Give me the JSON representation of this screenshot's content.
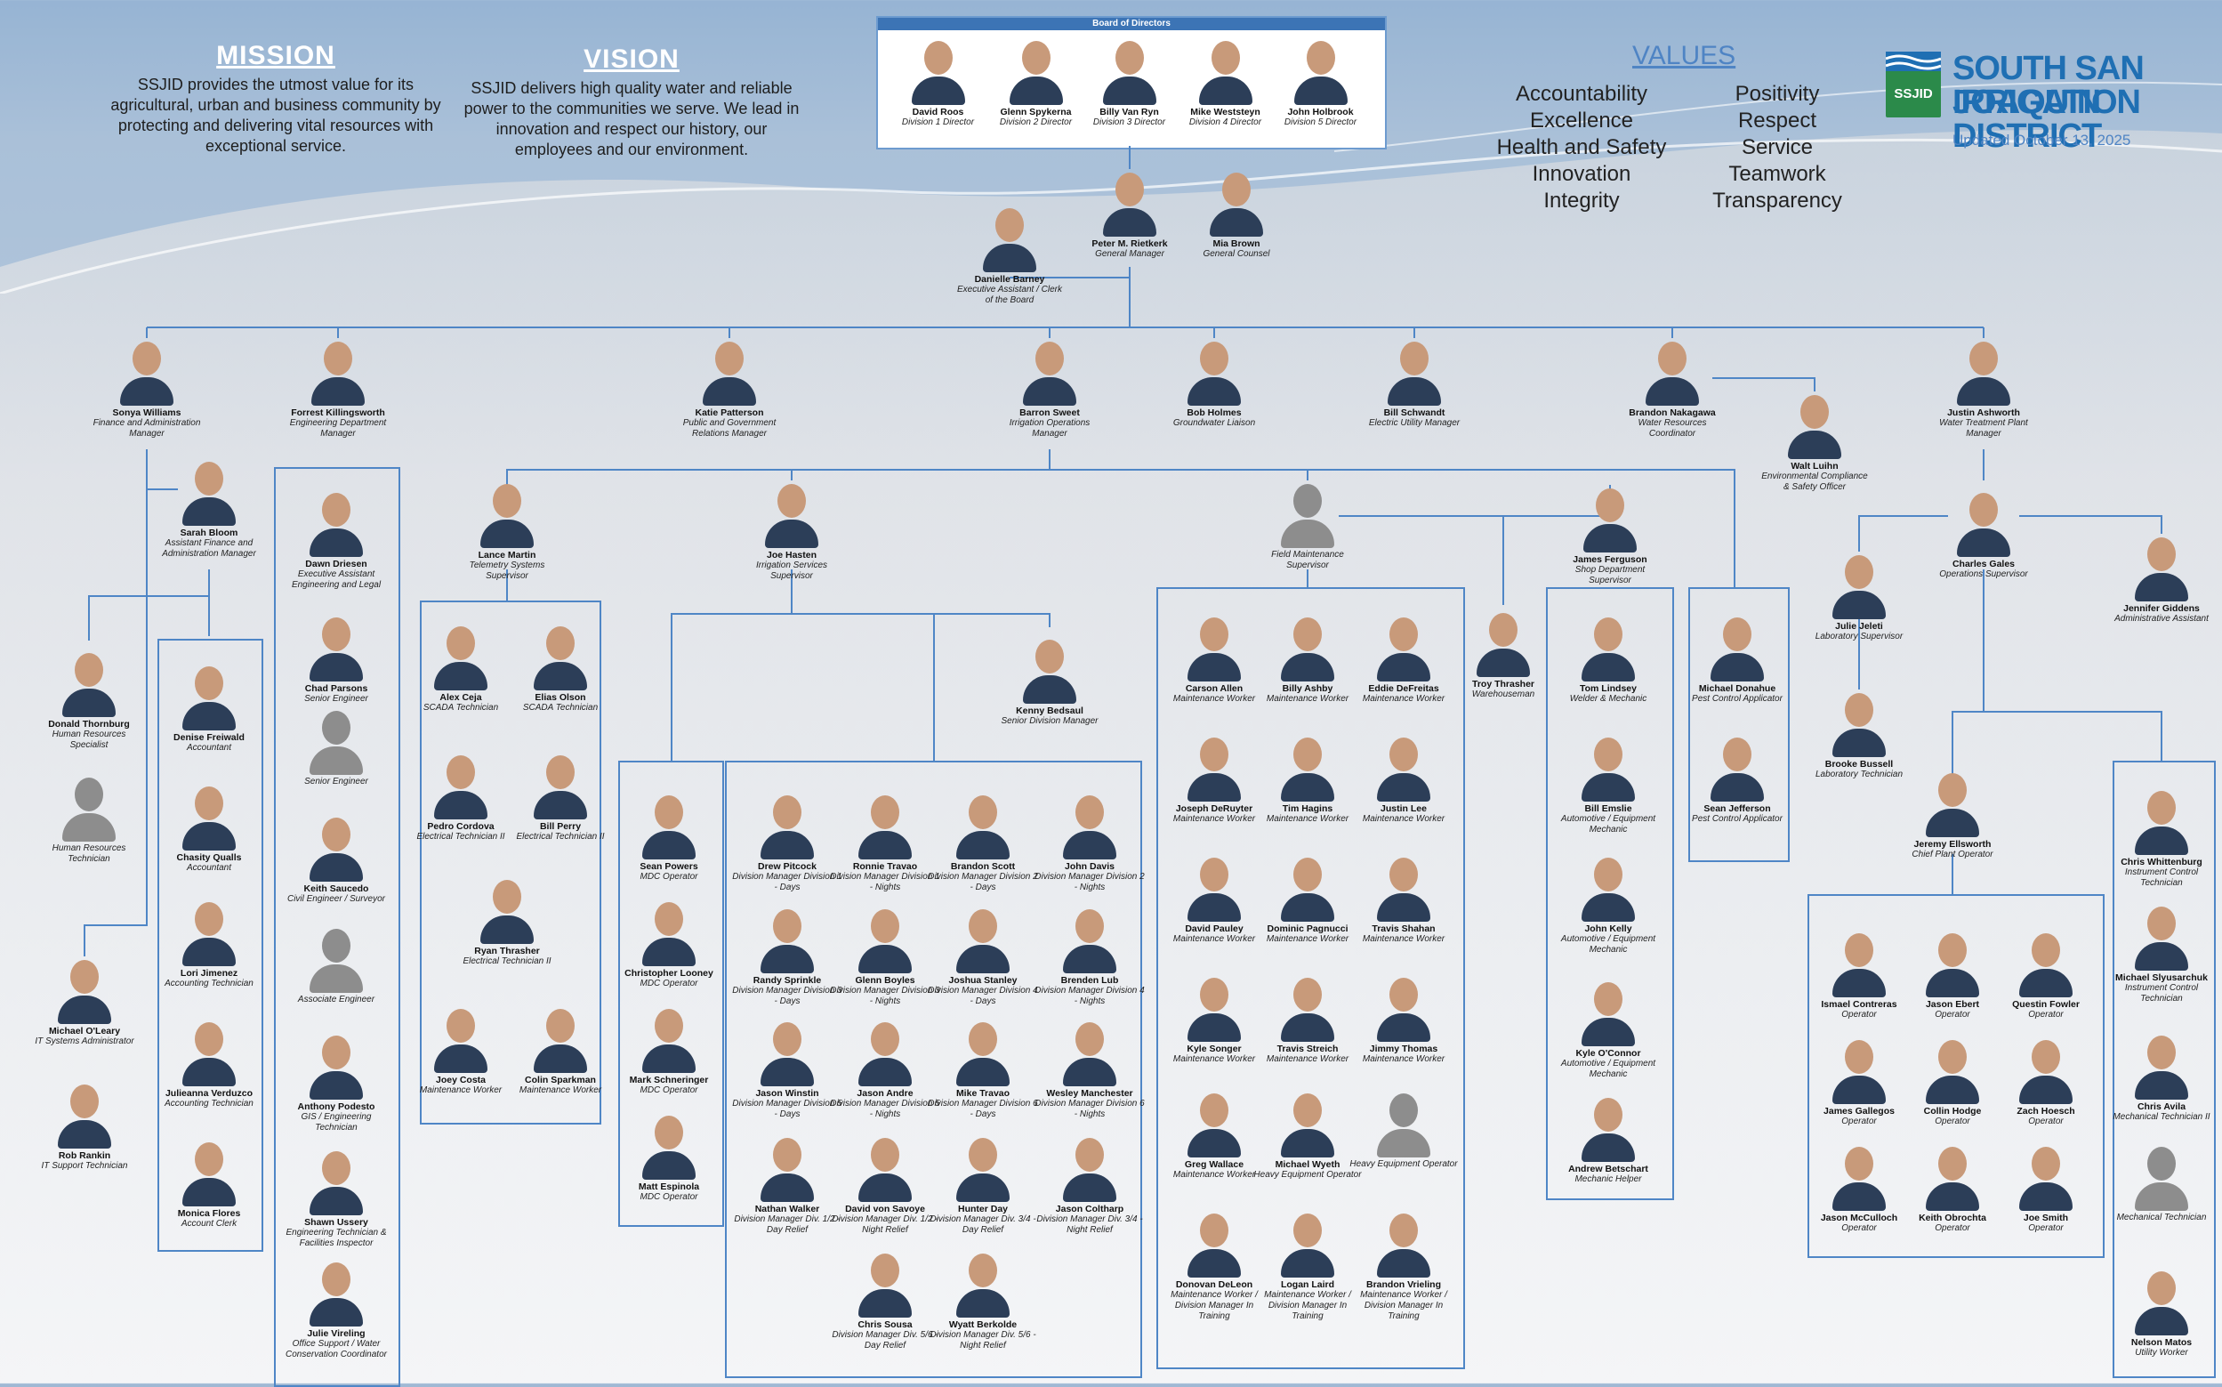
{
  "mission": {
    "title": "MISSION",
    "text": "SSJID provides the utmost value for its agricultural, urban and business community by protecting and delivering vital resources with exceptional service."
  },
  "vision": {
    "title": "VISION",
    "text": "SSJID delivers high quality water and reliable power to the communities we serve. We lead in innovation and respect our history, our employees and our environment."
  },
  "values": {
    "title": "VALUES",
    "left": [
      "Accountability",
      "Excellence",
      "Health and Safety",
      "Innovation",
      "Integrity"
    ],
    "right": [
      "Positivity",
      "Respect",
      "Service",
      "Teamwork",
      "Transparency"
    ]
  },
  "logo": {
    "badge": "SSJID",
    "line1": "SOUTH SAN JOAQUIN",
    "line2": "IRRIGATION DISTRICT",
    "updated": "Updated October 13, 2025"
  },
  "board": {
    "title": "Board of Directors",
    "members": [
      {
        "name": "David Roos",
        "title": "Division 1 Director"
      },
      {
        "name": "Glenn Spykerna",
        "title": "Division 2 Director"
      },
      {
        "name": "Billy Van Ryn",
        "title": "Division 3 Director"
      },
      {
        "name": "Mike Weststeyn",
        "title": "Division 4 Director"
      },
      {
        "name": "John Holbrook",
        "title": "Division 5 Director"
      }
    ]
  },
  "people": [
    {
      "name": "Peter M. Rietkerk",
      "title": "General Manager"
    },
    {
      "name": "Mia Brown",
      "title": "General Counsel"
    },
    {
      "name": "Danielle Barney",
      "title": "Executive Assistant / Clerk of the Board"
    },
    {
      "name": "Sonya Williams",
      "title": "Finance and Administration Manager"
    },
    {
      "name": "Forrest Killingsworth",
      "title": "Engineering Department Manager"
    },
    {
      "name": "Katie Patterson",
      "title": "Public and Government Relations Manager"
    },
    {
      "name": "Barron Sweet",
      "title": "Irrigation Operations Manager"
    },
    {
      "name": "Bob Holmes",
      "title": "Groundwater Liaison"
    },
    {
      "name": "Bill Schwandt",
      "title": "Electric Utility Manager"
    },
    {
      "name": "Brandon Nakagawa",
      "title": "Water Resources Coordinator"
    },
    {
      "name": "Justin Ashworth",
      "title": "Water Treatment Plant Manager"
    },
    {
      "name": "Walt Luihn",
      "title": "Environmental Compliance & Safety Officer"
    },
    {
      "name": "Sarah Bloom",
      "title": "Assistant Finance and Administration Manager"
    },
    {
      "name": "Donald Thornburg",
      "title": "Human Resources Specialist"
    },
    {
      "name": "",
      "title": "Human Resources Technician",
      "ph": true
    },
    {
      "name": "Michael O'Leary",
      "title": "IT Systems Administrator"
    },
    {
      "name": "Rob Rankin",
      "title": "IT Support Technician"
    },
    {
      "name": "Denise Freiwald",
      "title": "Accountant"
    },
    {
      "name": "Chasity Qualls",
      "title": "Accountant"
    },
    {
      "name": "Lori Jimenez",
      "title": "Accounting Technician"
    },
    {
      "name": "Julieanna Verduzco",
      "title": "Accounting Technician"
    },
    {
      "name": "Monica Flores",
      "title": "Account Clerk"
    },
    {
      "name": "Dawn Driesen",
      "title": "Executive Assistant Engineering and Legal"
    },
    {
      "name": "Chad Parsons",
      "title": "Senior Engineer"
    },
    {
      "name": "",
      "title": "Senior Engineer",
      "ph": true
    },
    {
      "name": "Keith Saucedo",
      "title": "Civil Engineer / Surveyor"
    },
    {
      "name": "",
      "title": "Associate Engineer",
      "ph": true
    },
    {
      "name": "Anthony Podesto",
      "title": "GIS / Engineering Technician"
    },
    {
      "name": "Shawn Ussery",
      "title": "Engineering Technician & Facilities Inspector"
    },
    {
      "name": "Julie Vireling",
      "title": "Office Support / Water Conservation Coordinator"
    },
    {
      "name": "Lance Martin",
      "title": "Telemetry Systems Supervisor"
    },
    {
      "name": "Alex Ceja",
      "title": "SCADA Technician"
    },
    {
      "name": "Elias Olson",
      "title": "SCADA Technician"
    },
    {
      "name": "Pedro Cordova",
      "title": "Electrical Technician II"
    },
    {
      "name": "Bill Perry",
      "title": "Electrical Technician II"
    },
    {
      "name": "Ryan Thrasher",
      "title": "Electrical Technician II"
    },
    {
      "name": "Joey Costa",
      "title": "Maintenance Worker"
    },
    {
      "name": "Colin Sparkman",
      "title": "Maintenance Worker"
    },
    {
      "name": "Joe Hasten",
      "title": "Irrigation Services Supervisor"
    },
    {
      "name": "Kenny Bedsaul",
      "title": "Senior Division Manager"
    },
    {
      "name": "Sean Powers",
      "title": "MDC Operator"
    },
    {
      "name": "Christopher Looney",
      "title": "MDC Operator"
    },
    {
      "name": "Mark Schneringer",
      "title": "MDC Operator"
    },
    {
      "name": "Matt Espinola",
      "title": "MDC Operator"
    },
    {
      "name": "Drew Pitcock",
      "title": "Division Manager Division 1 - Days"
    },
    {
      "name": "Ronnie Travao",
      "title": "Division Manager Division 1 - Nights"
    },
    {
      "name": "Brandon Scott",
      "title": "Division Manager Division 2 - Days"
    },
    {
      "name": "John Davis",
      "title": "Division Manager Division 2 - Nights"
    },
    {
      "name": "Randy Sprinkle",
      "title": "Division Manager Division 3 - Days"
    },
    {
      "name": "Glenn Boyles",
      "title": "Division Manager Division 3 - Nights"
    },
    {
      "name": "Joshua Stanley",
      "title": "Division Manager Division 4 - Days"
    },
    {
      "name": "Brenden Lub",
      "title": "Division Manager Division 4 - Nights"
    },
    {
      "name": "Jason Winstin",
      "title": "Division Manager Division 5 - Days"
    },
    {
      "name": "Jason Andre",
      "title": "Division Manager Division 5 - Nights"
    },
    {
      "name": "Mike Travao",
      "title": "Division Manager Division 6 - Days"
    },
    {
      "name": "Wesley Manchester",
      "title": "Division Manager Division 6 - Nights"
    },
    {
      "name": "Nathan Walker",
      "title": "Division Manager Div. 1/2 - Day Relief"
    },
    {
      "name": "David von Savoye",
      "title": "Division Manager Div. 1/2 - Night Relief"
    },
    {
      "name": "Hunter Day",
      "title": "Division Manager Div. 3/4 - Day Relief"
    },
    {
      "name": "Jason Coltharp",
      "title": "Division Manager Div. 3/4 - Night Relief"
    },
    {
      "name": "Chris Sousa",
      "title": "Division Manager Div. 5/6 - Day Relief"
    },
    {
      "name": "Wyatt Berkolde",
      "title": "Division Manager Div. 5/6 - Night Relief"
    },
    {
      "name": "",
      "title": "Field Maintenance Supervisor",
      "ph": true
    },
    {
      "name": "Carson Allen",
      "title": "Maintenance Worker"
    },
    {
      "name": "Billy Ashby",
      "title": "Maintenance Worker"
    },
    {
      "name": "Eddie DeFreitas",
      "title": "Maintenance Worker"
    },
    {
      "name": "Joseph DeRuyter",
      "title": "Maintenance Worker"
    },
    {
      "name": "Tim Hagins",
      "title": "Maintenance Worker"
    },
    {
      "name": "Justin Lee",
      "title": "Maintenance Worker"
    },
    {
      "name": "David Pauley",
      "title": "Maintenance Worker"
    },
    {
      "name": "Dominic Pagnucci",
      "title": "Maintenance Worker"
    },
    {
      "name": "Travis Shahan",
      "title": "Maintenance Worker"
    },
    {
      "name": "Kyle Songer",
      "title": "Maintenance Worker"
    },
    {
      "name": "Travis Streich",
      "title": "Maintenance Worker"
    },
    {
      "name": "Jimmy Thomas",
      "title": "Maintenance Worker"
    },
    {
      "name": "Greg Wallace",
      "title": "Maintenance Worker"
    },
    {
      "name": "Michael Wyeth",
      "title": "Heavy Equipment Operator"
    },
    {
      "name": "",
      "title": "Heavy Equipment Operator",
      "ph": true
    },
    {
      "name": "Donovan DeLeon",
      "title": "Maintenance Worker / Division Manager In Training"
    },
    {
      "name": "Logan Laird",
      "title": "Maintenance Worker / Division Manager In Training"
    },
    {
      "name": "Brandon Vrieling",
      "title": "Maintenance Worker / Division Manager In Training"
    },
    {
      "name": "Troy Thrasher",
      "title": "Warehouseman"
    },
    {
      "name": "James Ferguson",
      "title": "Shop Department Supervisor"
    },
    {
      "name": "Tom Lindsey",
      "title": "Welder & Mechanic"
    },
    {
      "name": "Bill Emslie",
      "title": "Automotive / Equipment Mechanic"
    },
    {
      "name": "John Kelly",
      "title": "Automotive / Equipment Mechanic"
    },
    {
      "name": "Kyle O'Connor",
      "title": "Automotive / Equipment Mechanic"
    },
    {
      "name": "Andrew Betschart",
      "title": "Mechanic Helper"
    },
    {
      "name": "Michael Donahue",
      "title": "Pest Control Applicator"
    },
    {
      "name": "Sean Jefferson",
      "title": "Pest Control Applicator"
    },
    {
      "name": "Charles Gales",
      "title": "Operations Supervisor"
    },
    {
      "name": "Jennifer Giddens",
      "title": "Administrative Assistant"
    },
    {
      "name": "Julie Jeleti",
      "title": "Laboratory Supervisor"
    },
    {
      "name": "Brooke Bussell",
      "title": "Laboratory Technician"
    },
    {
      "name": "Jeremy Ellsworth",
      "title": "Chief Plant Operator"
    },
    {
      "name": "Ismael Contreras",
      "title": "Operator"
    },
    {
      "name": "Jason Ebert",
      "title": "Operator"
    },
    {
      "name": "Questin Fowler",
      "title": "Operator"
    },
    {
      "name": "James Gallegos",
      "title": "Operator"
    },
    {
      "name": "Collin Hodge",
      "title": "Operator"
    },
    {
      "name": "Zach Hoesch",
      "title": "Operator"
    },
    {
      "name": "Jason McCulloch",
      "title": "Operator"
    },
    {
      "name": "Keith Obrochta",
      "title": "Operator"
    },
    {
      "name": "Joe Smith",
      "title": "Operator"
    },
    {
      "name": "Chris Whittenburg",
      "title": "Instrument Control Technician"
    },
    {
      "name": "Michael Slyusarchuk",
      "title": "Instrument Control Technician"
    },
    {
      "name": "Chris Avila",
      "title": "Mechanical Technician II"
    },
    {
      "name": "",
      "title": "Mechanical Technician",
      "ph": true
    },
    {
      "name": "Nelson Matos",
      "title": "Utility Worker"
    }
  ],
  "colors": {
    "line": "#4f86c6",
    "accent": "#4f84c4",
    "brand": "#1f6fb3",
    "logo_green": "#2b8a4a"
  }
}
